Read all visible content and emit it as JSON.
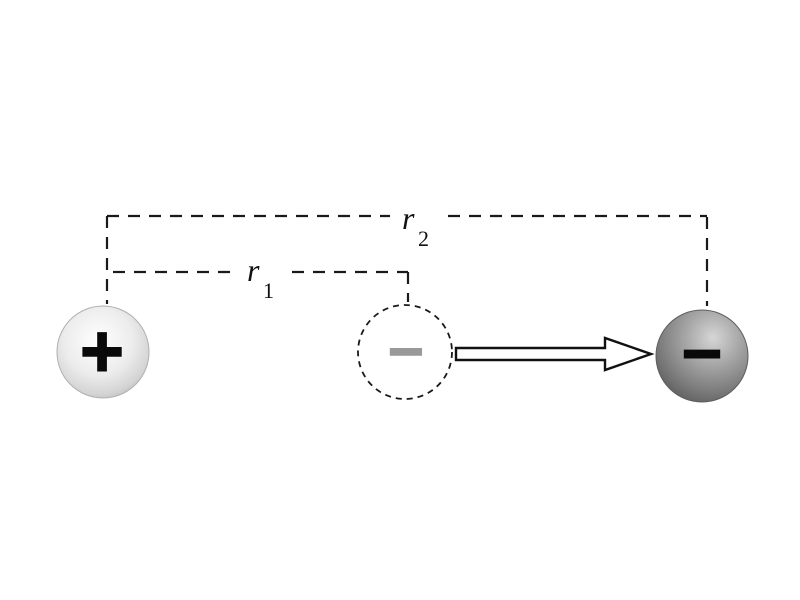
{
  "figure": {
    "background_color": "#ffffff",
    "line_color": "#1a1a1a",
    "labels": {
      "r1_base": "r",
      "r1_sub": "1",
      "r2_base": "r",
      "r2_sub": "2"
    },
    "charges": {
      "positive_symbol": "+",
      "ghost_negative_symbol": "−",
      "negative_symbol": "−"
    },
    "colors": {
      "positive_sphere_highlight": "#ffffff",
      "positive_sphere_edge": "#bdbdbd",
      "negative_sphere_highlight": "#d6d6d6",
      "negative_sphere_edge": "#666666",
      "ghost_minus_gray": "#999999",
      "arrow_fill": "#ffffff",
      "arrow_stroke": "#111111"
    }
  }
}
